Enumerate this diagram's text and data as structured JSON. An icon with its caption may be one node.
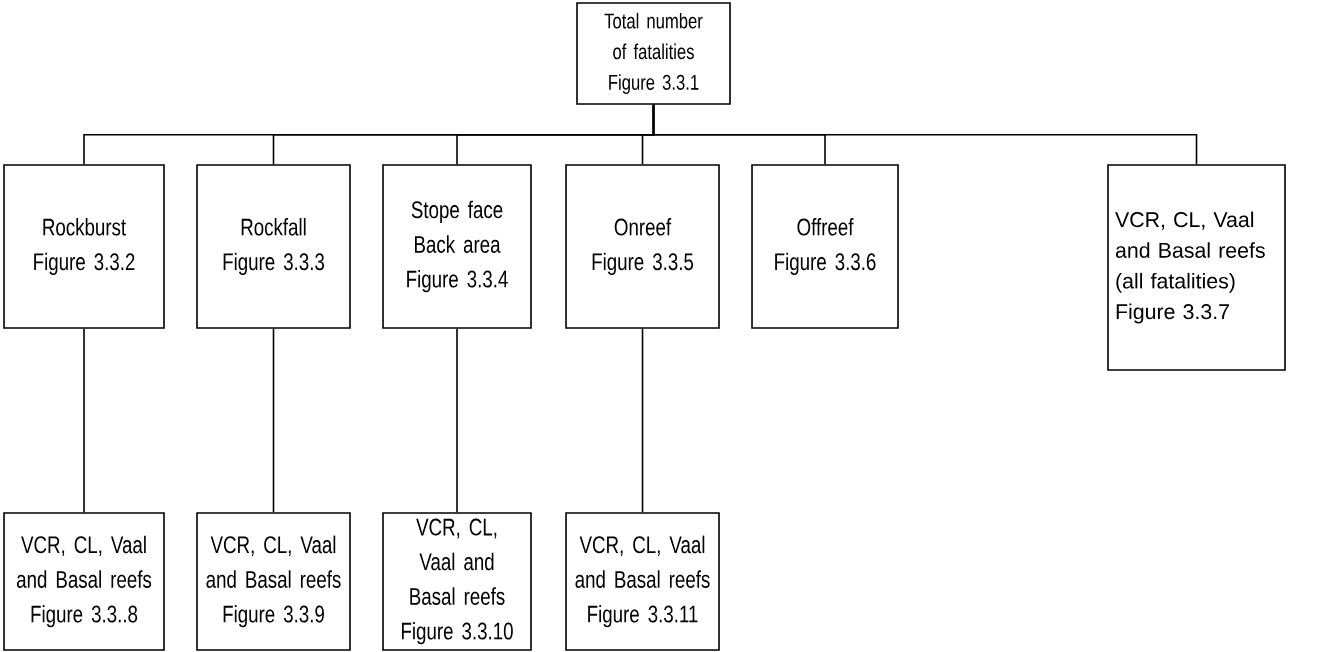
{
  "diagram": {
    "nodes": [
      {
        "text": [
          "Total number of fatalities",
          "Figure 3.3.1"
        ]
      },
      {
        "text": [
          "Rockburst",
          "Figure 3.3.2"
        ]
      },
      {
        "text": [
          "Rockfall",
          "Figure 3.3.3"
        ]
      },
      {
        "text": [
          "Stope face",
          "Back area",
          "Figure 3.3.4"
        ]
      },
      {
        "text": [
          "Onreef",
          "Figure 3.3.5"
        ]
      },
      {
        "text": [
          "Offreef",
          "Figure 3.3.6"
        ]
      },
      {
        "text": [
          "VCR, CL, Vaal and Basal reefs (all fatalities)",
          "Figure 3.3.7"
        ]
      },
      {
        "text": [
          "VCR, CL, Vaal and Basal reefs",
          "Figure 3.3..8"
        ]
      },
      {
        "text": [
          "VCR, CL, Vaal and Basal reefs",
          "Figure 3.3.9"
        ]
      },
      {
        "text": [
          "VCR, CL, Vaal and Basal reefs",
          "Figure 3.3.10"
        ]
      },
      {
        "text": [
          "VCR, CL, Vaal and Basal reefs",
          "Figure 3.3.11"
        ]
      }
    ],
    "edges": [
      {
        "from": 0,
        "to": 1,
        "arrow": "none"
      },
      {
        "from": 0,
        "to": 2,
        "arrow": "none"
      },
      {
        "from": 0,
        "to": 3,
        "arrow": "none"
      },
      {
        "from": 0,
        "to": 4,
        "arrow": "none"
      },
      {
        "from": 0,
        "to": 5,
        "arrow": "none"
      },
      {
        "from": 0,
        "to": 6,
        "arrow": "none"
      },
      {
        "from": 1,
        "to": 7,
        "arrow": "none"
      },
      {
        "from": 2,
        "to": 8,
        "arrow": "none"
      },
      {
        "from": 3,
        "to": 9,
        "arrow": "none"
      },
      {
        "from": 4,
        "to": 10,
        "arrow": "none"
      }
    ]
  }
}
